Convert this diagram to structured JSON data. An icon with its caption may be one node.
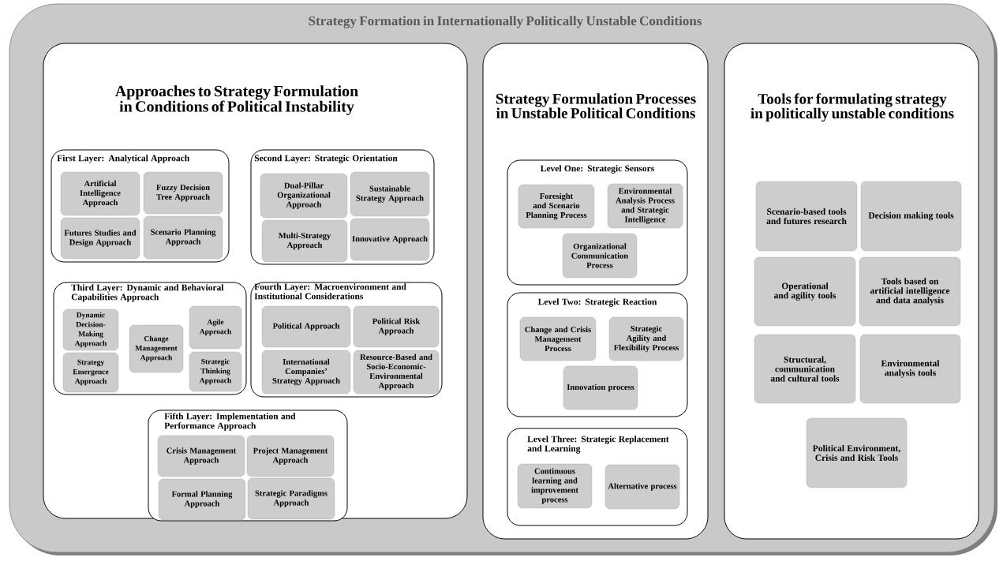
{
  "diagram": {
    "nodes": [
      {
        "text": [
          "Strategy Formation in Internationally Politically Unstable Conditions"
        ]
      },
      {
        "text": [
          "Approaches to Strategy Formulation in Conditions of Political Instability"
        ],
        "in": 0
      },
      {
        "text": [
          "First Layer: Analytical Approach"
        ],
        "in": 1
      },
      {
        "text": [
          "Artificial Intelligence Approach"
        ],
        "in": 2
      },
      {
        "text": [
          "Fuzzy Decision Tree Approach"
        ],
        "in": 2
      },
      {
        "text": [
          "Futures Studies and Design Approach"
        ],
        "in": 2
      },
      {
        "text": [
          "Scenario Planning Approach"
        ],
        "in": 2
      },
      {
        "text": [
          "Second Layer: Strategic Orientation"
        ],
        "in": 1
      },
      {
        "text": [
          "Dual-Pillar Organizational Approach"
        ],
        "in": 7
      },
      {
        "text": [
          "Sustainable Strategy Approach"
        ],
        "in": 7
      },
      {
        "text": [
          "Multi-Strategy Approach"
        ],
        "in": 7
      },
      {
        "text": [
          "Innovative Approach"
        ],
        "in": 7
      },
      {
        "text": [
          "Third Layer: Dynamic and Behavioral Capabilities Approach"
        ],
        "in": 1
      },
      {
        "text": [
          "Dynamic Decision-Making Approach"
        ],
        "in": 12
      },
      {
        "text": [
          "Change Management Approach"
        ],
        "in": 12
      },
      {
        "text": [
          "Agile Approach"
        ],
        "in": 12
      },
      {
        "text": [
          "Strategy Emergence Approach"
        ],
        "in": 12
      },
      {
        "text": [
          "Strategic Thinking Approach"
        ],
        "in": 12
      },
      {
        "text": [
          "Fourth Layer: Macroenvironment and Institutional Considerations"
        ],
        "in": 1
      },
      {
        "text": [
          "Political Approach"
        ],
        "in": 18
      },
      {
        "text": [
          "Political Risk Approach"
        ],
        "in": 18
      },
      {
        "text": [
          "International Companies’ Strategy Approach"
        ],
        "in": 18
      },
      {
        "text": [
          "Resource-Based and Socio-Economic-Environmental Approach"
        ],
        "in": 18
      },
      {
        "text": [
          "Fifth Layer: Implementation and Performance Approach"
        ],
        "in": 1
      },
      {
        "text": [
          "Crisis Management Approach"
        ],
        "in": 23
      },
      {
        "text": [
          "Project Management Approach"
        ],
        "in": 23
      },
      {
        "text": [
          "Formal Planning Approach"
        ],
        "in": 23
      },
      {
        "text": [
          "Strategic Paradigms Approach"
        ],
        "in": 23
      },
      {
        "text": [
          "Strategy Formulation Processes in Unstable Political Conditions"
        ],
        "in": 0
      },
      {
        "text": [
          "Level One: Strategic Sensors"
        ],
        "in": 28
      },
      {
        "text": [
          "Foresight and Scenario Planning Process"
        ],
        "in": 29
      },
      {
        "text": [
          "Environmental Analysis Process and Strategic Intelligence"
        ],
        "in": 29
      },
      {
        "text": [
          "Organizational Communication Process"
        ],
        "in": 29
      },
      {
        "text": [
          "Level Two: Strategic Reaction"
        ],
        "in": 28
      },
      {
        "text": [
          "Change and Crisis Management Process"
        ],
        "in": 33
      },
      {
        "text": [
          "Strategic Agility and Flexibility Process"
        ],
        "in": 33
      },
      {
        "text": [
          "Innovation process"
        ],
        "in": 33
      },
      {
        "text": [
          "Level Three: Strategic Replacement and Learning"
        ],
        "in": 28
      },
      {
        "text": [
          "Continuous learning and improvement process"
        ],
        "in": 37
      },
      {
        "text": [
          "Alternative process"
        ],
        "in": 37
      },
      {
        "text": [
          "Tools for formulating strategy in politically unstable conditions"
        ],
        "in": 0
      },
      {
        "text": [
          "Scenario-based tools and futures research"
        ],
        "in": 40
      },
      {
        "text": [
          "Decision making tools"
        ],
        "in": 40
      },
      {
        "text": [
          "Operational and agility tools"
        ],
        "in": 40
      },
      {
        "text": [
          "Tools based on artificial intelligence and data analysis"
        ],
        "in": 40
      },
      {
        "text": [
          "Structural, communication and cultural tools"
        ],
        "in": 40
      },
      {
        "text": [
          "Environmental analysis tools"
        ],
        "in": 40
      },
      {
        "text": [
          "Political Environment, Crisis and Risk Tools"
        ],
        "in": 40
      }
    ]
  }
}
